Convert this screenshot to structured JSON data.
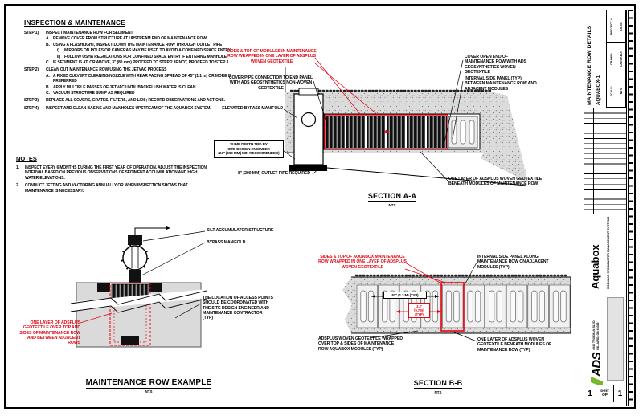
{
  "sheet": {
    "bg": "#ffffff",
    "line": "#000000",
    "red": "#e30613",
    "green": "#76b82a"
  },
  "inspection": {
    "title": "INSPECTION & MAINTENANCE",
    "step1_label": "STEP 1)",
    "step1_head": "INSPECT MAINTENANCE ROW FOR SEDIMENT",
    "s1a_label": "A.",
    "s1a": "REMOVE COVER FROM STRUCTURE AT UPSTREAM END OF MAINTENANCE ROW",
    "s1b_label": "B.",
    "s1b": "USING A FLASHLIGHT, INSPECT DOWN THE MAINTENANCE ROW THROUGH OUTLET PIPE",
    "s1bi_label": "i)",
    "s1bi": "MIRRORS ON POLES OR CAMERAS MAY BE USED TO AVOID A CONFINED SPACE ENTRY",
    "s1bii_label": "ii)",
    "s1bii": "FOLLOW OSHA REGULATIONS FOR CONFINED SPACE ENTRY IF ENTERING MANHOLE",
    "s1c_label": "C.",
    "s1c": "IF SEDIMENT IS AT, OR ABOVE, 3\" (80 mm) PROCEED TO STEP 2. IF NOT, PROCEED TO STEP 3.",
    "step2_label": "STEP 2)",
    "step2_head": "CLEAN OUT MAINTENANCE ROW USING THE JETVAC PROCESS",
    "s2a_label": "A.",
    "s2a": "A FIXED CULVERT CLEANING NOZZLE WITH REAR FACING SPREAD OF 45\" (1.1 m) OR MORE IS PREFERRED",
    "s2b_label": "B.",
    "s2b": "APPLY MULTIPLE PASSES OF JETVAC UNTIL BACKFLUSH WATER IS CLEAN",
    "s2c_label": "C.",
    "s2c": "VACUUM STRUCTURE SUMP AS REQUIRED",
    "step3_label": "STEP 3)",
    "step3_head": "REPLACE ALL COVERS, GRATES, FILTERS, AND LIDS; RECORD OBSERVATIONS AND ACTIONS.",
    "step4_label": "STEP 4)",
    "step4_head": "INSPECT AND CLEAN BASINS AND MANHOLES UPSTREAM OF THE AQUABOX SYSTEM."
  },
  "notes": {
    "title": "NOTES",
    "n1_label": "1.",
    "n1": "INSPECT EVERY 6 MONTHS DURING THE FIRST YEAR OF OPERATION. ADJUST THE INSPECTION INTERVAL BASED ON PREVIOUS OBSERVATIONS OF SEDIMENT ACCUMULATION AND HIGH WATER ELEVATIONS.",
    "n2_label": "2.",
    "n2": "CONDUCT JETTING AND VACTORING ANNUALLY OR WHEN INSPECTION SHOWS THAT MAINTENANCE IS NECESSARY."
  },
  "section_a": {
    "title": "SECTION A-A",
    "scale": "NTS",
    "wrap_red": "SIDES & TOP OF MODULES IN MAINTENANCE ROW WRAPPED IN ONE LAYER OF ADSPLUS WOVEN GEOTEXTILE",
    "cover_pipe": "COVER PIPE CONNECTION TO END PANEL WITH ADS GEOSYNTHETICS NON-WOVEN GEOTEXTILE",
    "open_end": "COVER OPEN END OF MAINTENANCE ROW WITH ADS GEOSYNTHETICS WOVEN GEOTEXTILE",
    "side_panel": "INTERNAL SIDE PANEL (TYP) BETWEEN MAINTENANCE ROW AND ADJACENT MODULES",
    "manifold": "ELEVATED BYPASS MANIFOLD",
    "sump_l1": "SUMP DEPTH TBD BY",
    "sump_l2": "SITE DESIGN ENGINEER",
    "sump_l3": "(24\" [600 mm] MIN RECOMMENDED)",
    "outlet_pipe": "8\" [200 mm] OUTLET PIPE REQUIRED",
    "beneath": "ONE LAYER OF ADSPLUS WOVEN GEOTEXTILE BENEATH MODULES OF MAINTENANCE ROW"
  },
  "row_example": {
    "title": "MAINTENANCE ROW EXAMPLE",
    "scale": "NTS",
    "structure": "SILT ACCUMULATOR STRUCTURE",
    "manifold": "BYPASS MANIFOLD",
    "access": "THE LOCATION OF ACCESS POINTS SHOULD BE COORDINATED WITH THE SITE DESIGN ENGINEER AND MAINTENANCE CONTRACTOR (TYP)",
    "wrap_red": "ONE LAYER OF ADSPLUS GEOTEXTILE OVER TOP AND SIDES OF MAINTENANCE ROW AND BETWEEN ADJACENT ROWS"
  },
  "section_b": {
    "title": "SECTION B-B",
    "scale": "NTS",
    "wrap_red": "SIDES & TOP OF AQUABOX MAINTENANCE ROW WRAPPED IN ONE LAYER OF ADSPLUS WOVEN GEOTEXTILE",
    "side_panel": "INTERNAL SIDE PANEL ALONG MAINTENANCE ROW ON ADJACENT MODULES (TYP)",
    "beneath_left": "ADSPLUS WOVEN GEOTEXTILE WRAPPED OVER TOP & SIDES OF MAINTENANCE ROW AQUABOX MODULES (TYP)",
    "beneath_right": "ONE LAYER OF ADSPLUS WOVEN GEOTEXTILE BENEATH MODULES OF MAINTENANCE ROW (TYP)",
    "dim_module": "51\" (1.3 m) (TYP)",
    "dim_red_l1": "2.2'",
    "dim_red_l2": "[0.7 m]",
    "dim_red_l3": "(TYP)"
  },
  "titleblock": {
    "title_line1": "MAINTENANCE ROW DETAILS",
    "title_line2": "AQUABOX-1",
    "f1": "PROJECT #:",
    "f2": "DATE:",
    "f3": "DRAWN:",
    "f4": "CHECKED:",
    "f5": "SCALE:",
    "f6": "NTS",
    "brand": "Aquabox",
    "brand_sub": "MODULAR STORMWATER MANAGEMENT SYSTEMS",
    "logo": "ADS",
    "addr1": "4640 TRUEMAN BLVD",
    "addr2": "HILLIARD, OH 43026",
    "sheet_label": "SHEET",
    "sheet_of": "OF",
    "sheet_num": "1",
    "sheet_total": "1"
  }
}
